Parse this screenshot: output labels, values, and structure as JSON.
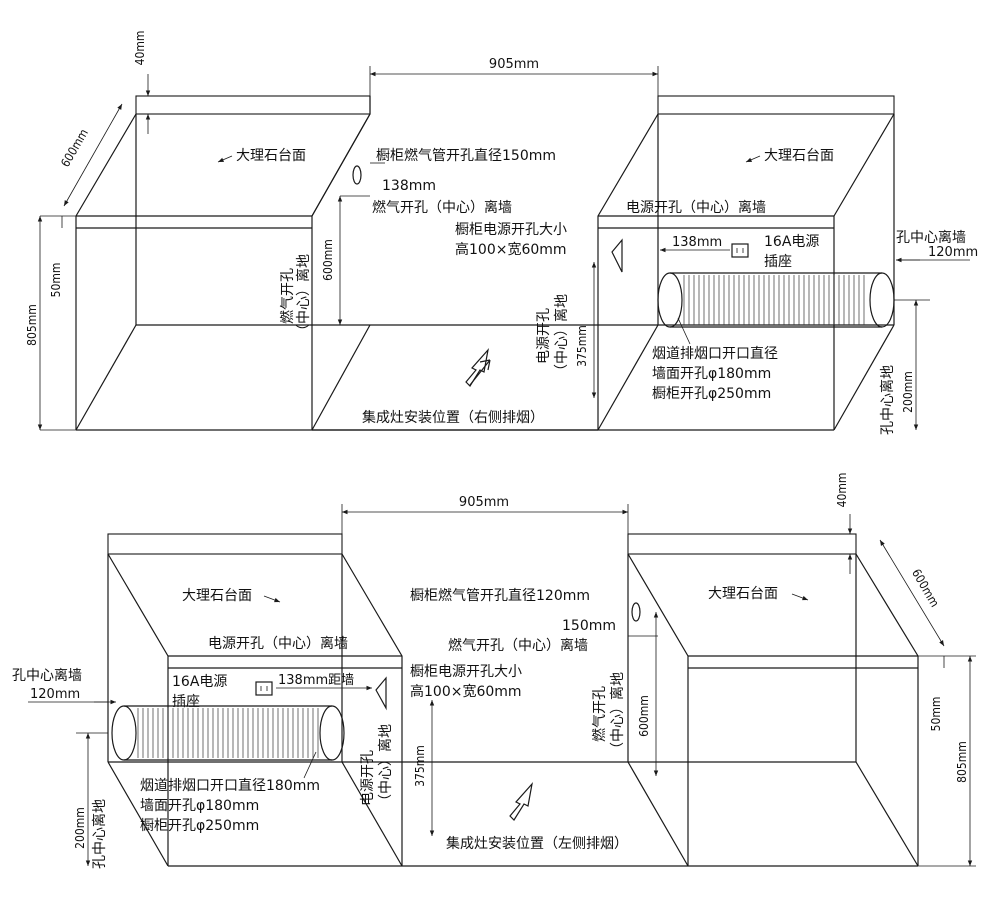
{
  "labels": {
    "marble": "大理石台面",
    "power_center_wall": "电源开孔（中心）离墙",
    "gas_center_wall": "燃气开孔（中心）离墙",
    "power_hole_size_1": "橱柜电源开孔大小",
    "power_hole_size_2": "高100×宽60mm",
    "socket_1": "16A电源",
    "socket_2": "插座",
    "hole_center_wall": "孔中心离墙",
    "hole_center_floor": "孔中心离地",
    "gas_hole_floor_1": "燃气开孔",
    "gas_hole_floor_2": "（中心）离地",
    "power_hole_floor_1": "电源开孔",
    "power_hole_floor_2": "（中心）离地",
    "duct_1": "烟道排烟口开口直径",
    "duct_2": "墙面开孔φ180mm",
    "duct_3": "橱柜开孔φ250mm",
    "d_40": "40mm",
    "d_600": "600mm",
    "d_50": "50mm",
    "d_805": "805mm",
    "d_905": "905mm",
    "d_138": "138mm",
    "d_120": "120mm",
    "d_200": "200mm",
    "d_375": "375mm",
    "d_600h": "600mm"
  },
  "top": {
    "gas_pipe": "橱柜燃气管开孔直径150mm",
    "gas_wall": "138mm",
    "duct_1": "烟道排烟口开口直径",
    "install": "集成灶安装位置（右侧排烟）"
  },
  "bottom": {
    "gas_pipe": "橱柜燃气管开孔直径120mm",
    "gas_wall": "150mm",
    "duct_1": "烟道排烟口开口直径180mm",
    "power_wall": "138mm距墙",
    "install": "集成灶安装位置（左侧排烟）"
  }
}
